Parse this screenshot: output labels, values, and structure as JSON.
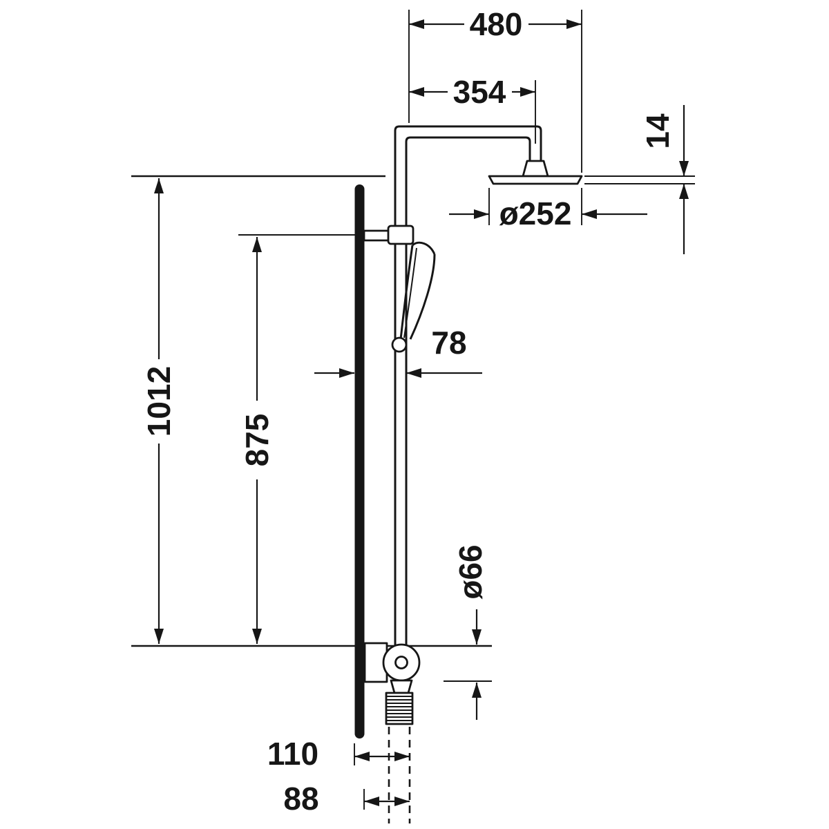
{
  "drawing": {
    "subject": "shower-system-side-elevation-technical-drawing",
    "background_color": "#ffffff",
    "line_color": "#161616",
    "dims": {
      "overall_projection": "480",
      "arm_length": "354",
      "head_thickness": "14",
      "head_diameter": "ø252",
      "riser_offset": "78",
      "overall_height": "1012",
      "bar_height": "875",
      "valve_diameter": "ø66",
      "hose_offset_outer": "110",
      "hose_offset_inner": "88"
    }
  }
}
